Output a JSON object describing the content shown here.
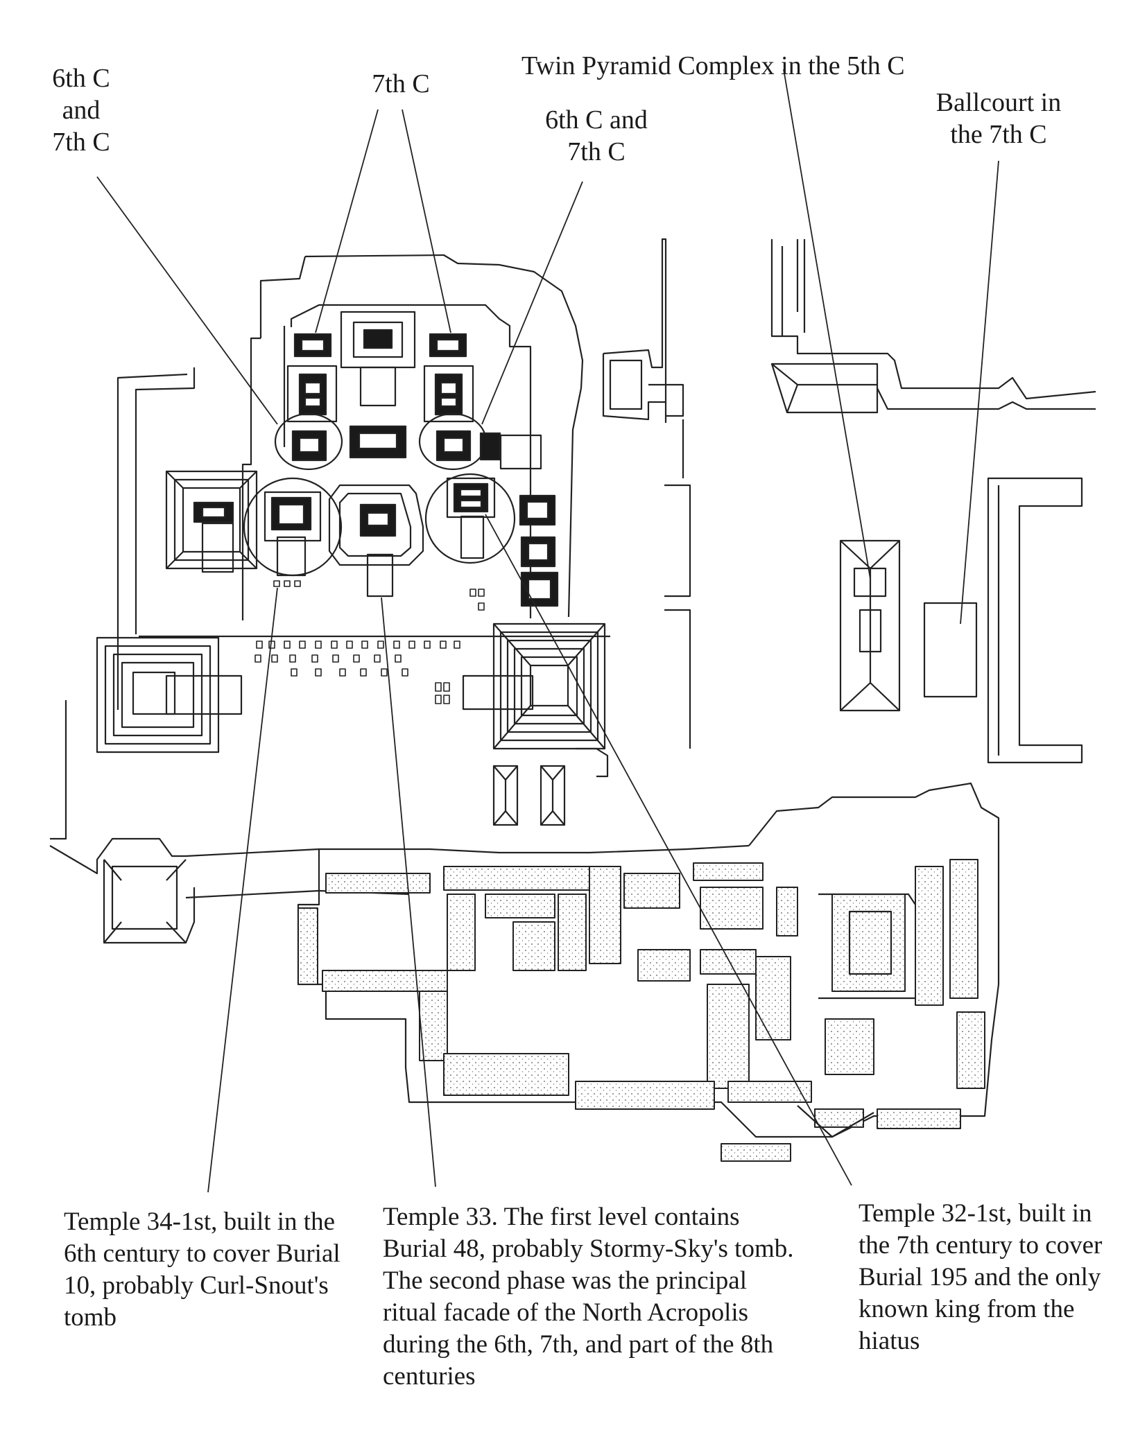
{
  "labels": {
    "l1": "6th C\nand\n7th C",
    "l2": "7th C",
    "l3": "6th C and\n7th C",
    "l4": "Twin Pyramid Complex in the 5th C",
    "l5": "Ballcourt in\nthe 7th C"
  },
  "captions": {
    "c1": "Temple 34-1st, built in the 6th century to cover Burial 10, probably Curl-Snout's tomb",
    "c2": "Temple 33. The first level contains Burial 48, probably Stormy-Sky's tomb. The second phase was the principal ritual facade of the North Acropolis during the 6th, 7th, and part of the 8th centuries",
    "c3": "Temple 32-1st, built in the 7th century to cover Burial 195 and the only known king from the hiatus"
  }
}
